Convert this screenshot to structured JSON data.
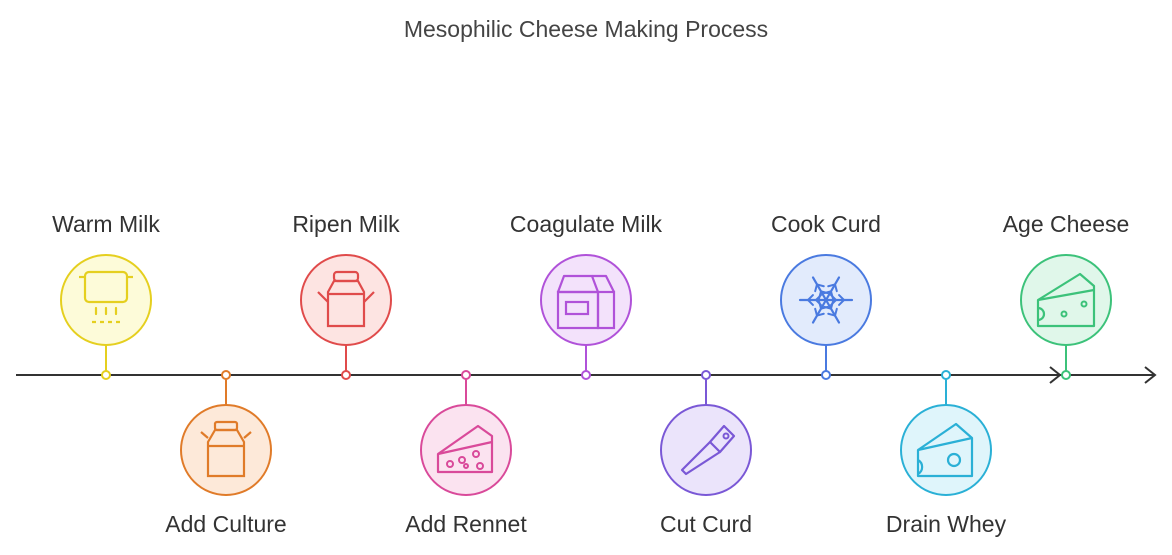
{
  "title": "Mesophilic Cheese Making Process",
  "steps": [
    {
      "label": "Warm Milk",
      "icon": "pot-icon",
      "color": "#e5cf1f",
      "fill": "#fdfbd9",
      "side": "top"
    },
    {
      "label": "Add Culture",
      "icon": "milk-can-icon",
      "color": "#e07b29",
      "fill": "#fde9d9",
      "side": "bottom"
    },
    {
      "label": "Ripen Milk",
      "icon": "milk-jug-icon",
      "color": "#e04b4b",
      "fill": "#fde4e2",
      "side": "top"
    },
    {
      "label": "Add Rennet",
      "icon": "cheese-icon",
      "color": "#d94a9a",
      "fill": "#fbe3f0",
      "side": "bottom"
    },
    {
      "label": "Coagulate Milk",
      "icon": "milk-carton-icon",
      "color": "#b052d9",
      "fill": "#f3e2fb",
      "side": "top"
    },
    {
      "label": "Cut Curd",
      "icon": "knife-icon",
      "color": "#7a58d6",
      "fill": "#ebe4fb",
      "side": "bottom"
    },
    {
      "label": "Cook Curd",
      "icon": "snowflake-icon",
      "color": "#4a7ae0",
      "fill": "#e2ebfc",
      "side": "top"
    },
    {
      "label": "Drain Whey",
      "icon": "cheese-wedge-icon",
      "color": "#2ab0d6",
      "fill": "#dff5fb",
      "side": "bottom"
    },
    {
      "label": "Age Cheese",
      "icon": "aged-cheese-icon",
      "color": "#3cc27a",
      "fill": "#e0f7ea",
      "side": "top"
    }
  ]
}
